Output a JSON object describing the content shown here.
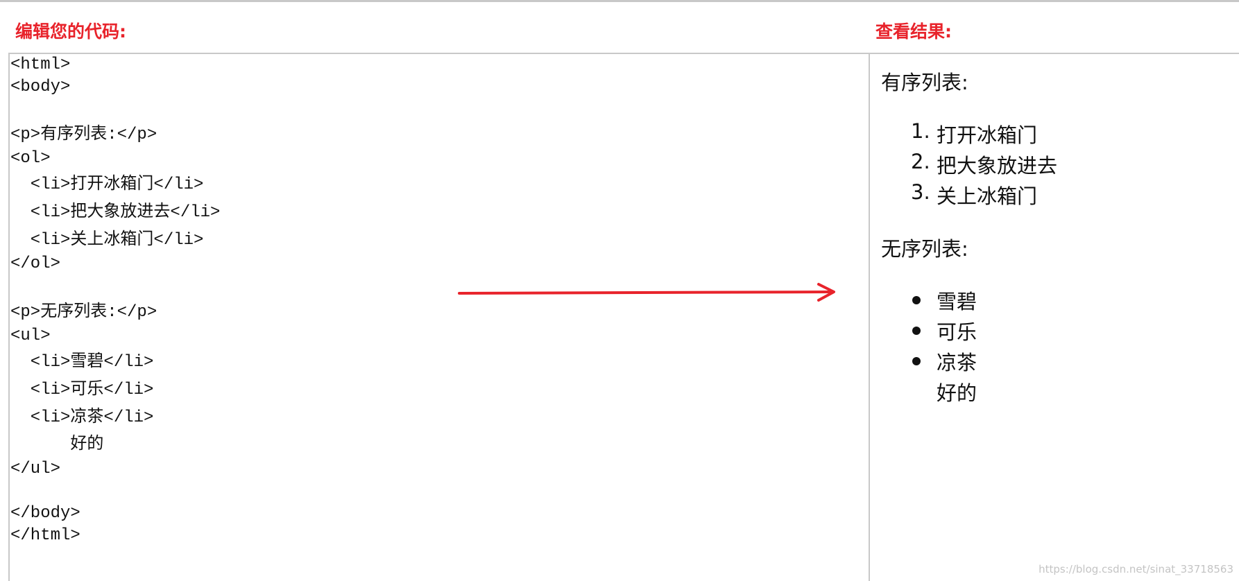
{
  "editor": {
    "heading": "编辑您的代码:",
    "code_lines": [
      "<html>",
      "<body>",
      "",
      "<p>有序列表:</p>",
      "<ol>",
      "  <li>打开冰箱门</li>",
      "  <li>把大象放进去</li>",
      "  <li>关上冰箱门</li>",
      "</ol>",
      "",
      "<p>无序列表:</p>",
      "<ul>",
      "  <li>雪碧</li>",
      "  <li>可乐</li>",
      "  <li>凉茶</li>",
      "      好的",
      "</ul>",
      "",
      "</body>",
      "</html>"
    ]
  },
  "result": {
    "heading": "查看结果:",
    "ordered_title": "有序列表:",
    "ordered_items": [
      {
        "marker": "1.",
        "text": "打开冰箱门"
      },
      {
        "marker": "2.",
        "text": "把大象放进去"
      },
      {
        "marker": "3.",
        "text": "关上冰箱门"
      }
    ],
    "unordered_title": "无序列表:",
    "unordered_items": [
      "雪碧",
      "可乐",
      "凉茶"
    ],
    "unordered_continuation": "好的"
  },
  "watermark": "https://blog.csdn.net/sinat_33718563",
  "colors": {
    "heading": "#e8232b",
    "arrow": "#e8232b",
    "border": "#c8c8c8"
  },
  "icons": {
    "arrow": "right-arrow-icon"
  }
}
